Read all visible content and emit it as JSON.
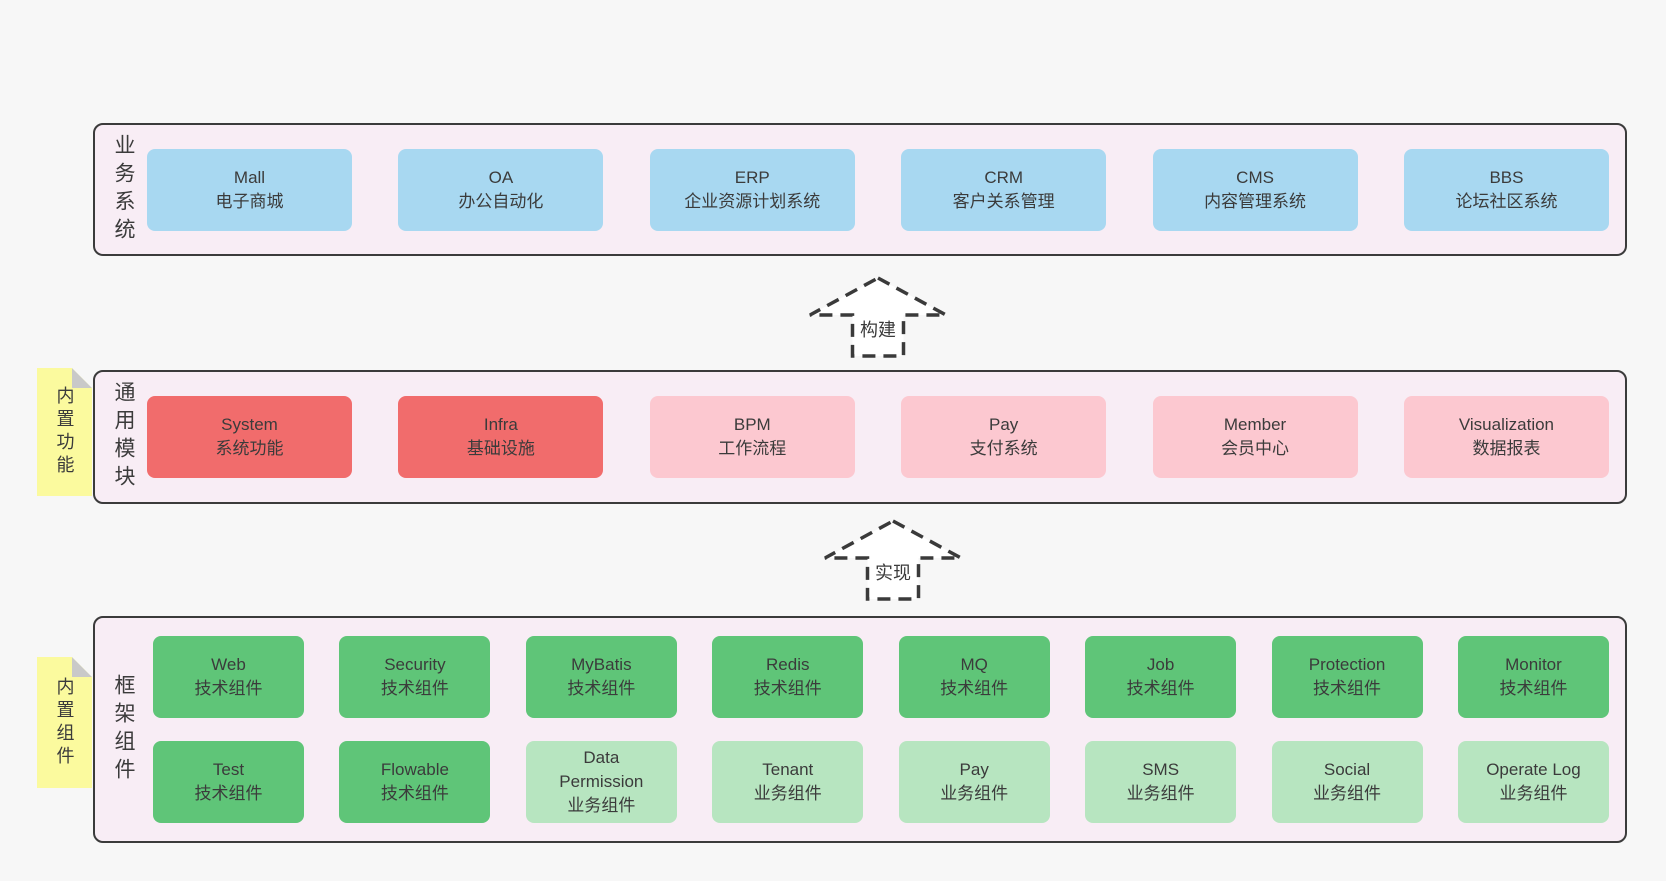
{
  "colors": {
    "page_bg": "#f7f7f7",
    "band_bg": "#f8edf5",
    "band_border": "#3b3b3b",
    "blue_box": "#a8d8f1",
    "red_box": "#f16c6c",
    "pink_box": "#fcc8d0",
    "green_box": "#5fc578",
    "light_green_box": "#b7e5c0",
    "sticky_yellow": "#fbfa9e",
    "sticky_fold_gray": "#c9c9c9",
    "text": "#3b3b3b"
  },
  "bands": [
    {
      "label": "业务系统",
      "boxes": [
        {
          "name": "Mall",
          "desc": "电子商城"
        },
        {
          "name": "OA",
          "desc": "办公自动化"
        },
        {
          "name": "ERP",
          "desc": "企业资源计划系统"
        },
        {
          "name": "CRM",
          "desc": "客户关系管理"
        },
        {
          "name": "CMS",
          "desc": "内容管理系统"
        },
        {
          "name": "BBS",
          "desc": "论坛社区系统"
        }
      ]
    },
    {
      "label": "通用模块",
      "sticky": "内置功能",
      "boxes": [
        {
          "name": "System",
          "desc": "系统功能"
        },
        {
          "name": "Infra",
          "desc": "基础设施"
        },
        {
          "name": "BPM",
          "desc": "工作流程"
        },
        {
          "name": "Pay",
          "desc": "支付系统"
        },
        {
          "name": "Member",
          "desc": "会员中心"
        },
        {
          "name": "Visualization",
          "desc": "数据报表"
        }
      ]
    },
    {
      "label": "框架组件",
      "sticky": "内置组件",
      "rows": [
        [
          {
            "name": "Web",
            "desc": "技术组件"
          },
          {
            "name": "Security",
            "desc": "技术组件"
          },
          {
            "name": "MyBatis",
            "desc": "技术组件"
          },
          {
            "name": "Redis",
            "desc": "技术组件"
          },
          {
            "name": "MQ",
            "desc": "技术组件"
          },
          {
            "name": "Job",
            "desc": "技术组件"
          },
          {
            "name": "Protection",
            "desc": "技术组件"
          },
          {
            "name": "Monitor",
            "desc": "技术组件"
          }
        ],
        [
          {
            "name": "Test",
            "desc": "技术组件"
          },
          {
            "name": "Flowable",
            "desc": "技术组件"
          },
          {
            "name": "Data Permission",
            "desc": "业务组件"
          },
          {
            "name": "Tenant",
            "desc": "业务组件"
          },
          {
            "name": "Pay",
            "desc": "业务组件"
          },
          {
            "name": "SMS",
            "desc": "业务组件"
          },
          {
            "name": "Social",
            "desc": "业务组件"
          },
          {
            "name": "Operate Log",
            "desc": "业务组件"
          }
        ]
      ]
    }
  ],
  "arrows": [
    {
      "label": "构建"
    },
    {
      "label": "实现"
    }
  ]
}
